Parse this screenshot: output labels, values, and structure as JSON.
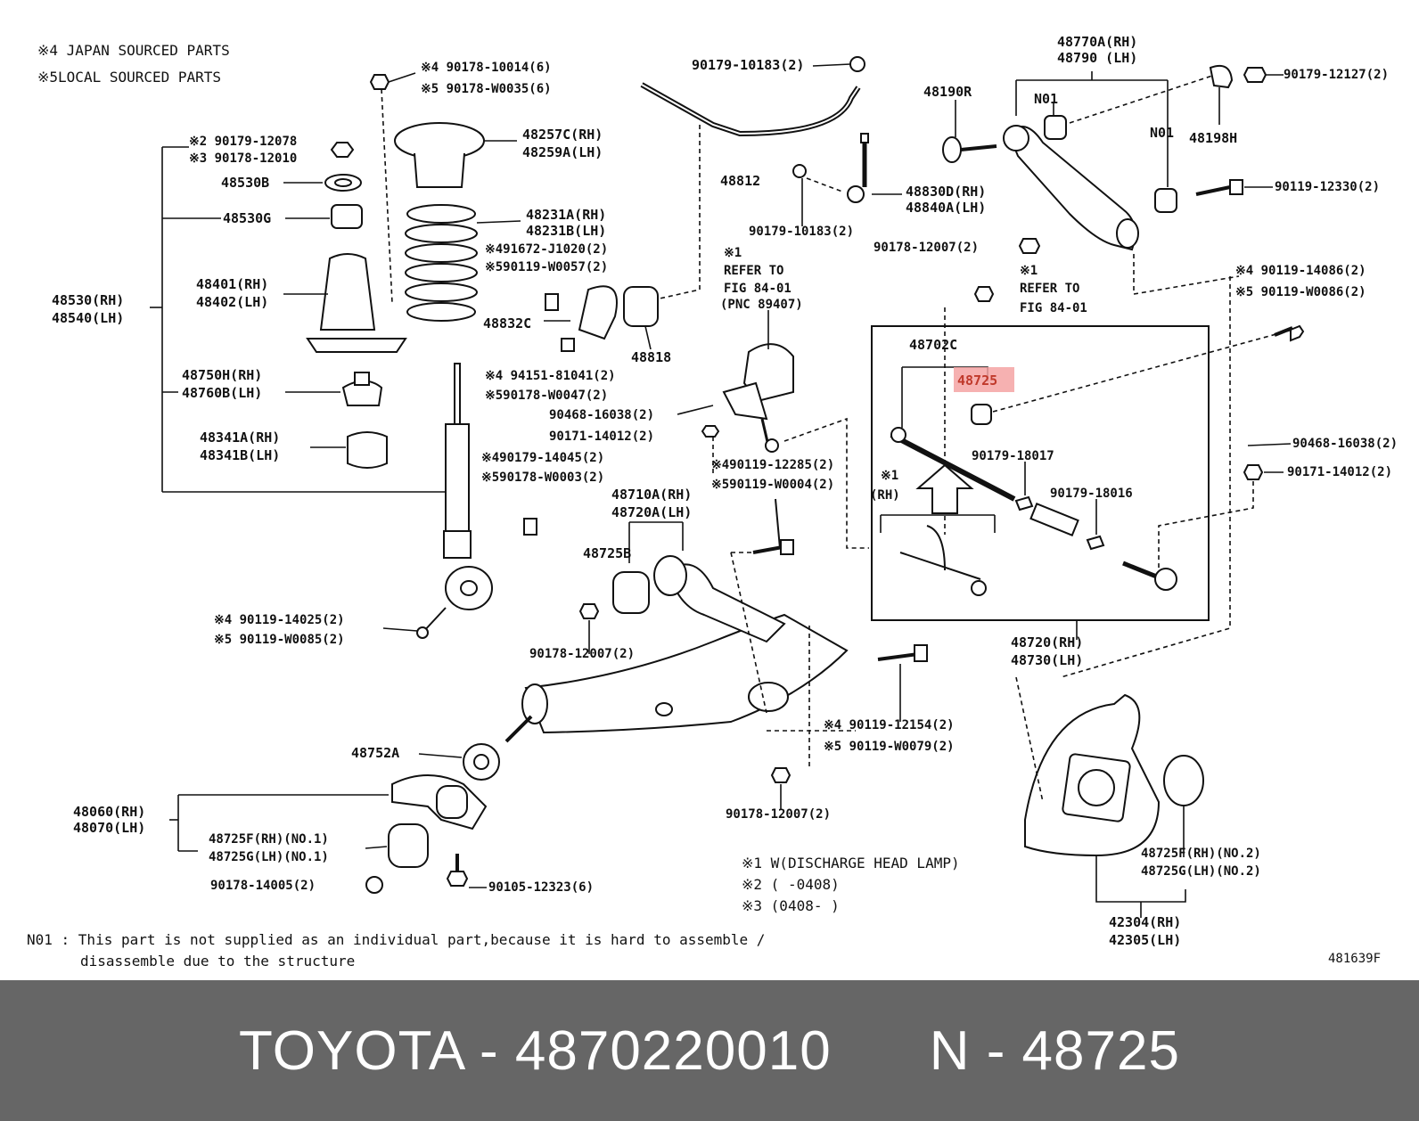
{
  "legend": {
    "line1": "※4 JAPAN SOURCED PARTS",
    "line2": "※5LOCAL SOURCED PARTS"
  },
  "labels": {
    "l_48770a": "48770A(RH)",
    "l_48790": "48790  (LH)",
    "l_90179_10183_top": "90179-10183(2)",
    "l_48190r": "48190R",
    "l_n01a": "N01",
    "l_n01b": "N01",
    "l_48198h": "48198H",
    "l_90179_12127": "90179-12127(2)",
    "l_90119_12330": "90119-12330(2)",
    "l_s4_90178_10014": "※4 90178-10014(6)",
    "l_s5_90178_w0035": "※5 90178-W0035(6)",
    "l_s2_90179_12078": "※2 90179-12078",
    "l_s3_90178_12010": "※3 90178-12010",
    "l_48257c": "48257C(RH)",
    "l_48259a": "48259A(LH)",
    "l_48530b": "48530B",
    "l_48530g": "48530G",
    "l_48231a": "48231A(RH)",
    "l_48231b": "48231B(LH)",
    "l_s4_91672": "※491672-J1020(2)",
    "l_s5_90119_w0057": "※590119-W0057(2)",
    "l_48812": "48812",
    "l_90179_10183_mid": "90179-10183(2)",
    "l_48830d": "48830D(RH)",
    "l_48840a": "48840A(LH)",
    "l_90178_12007_a": "90178-12007(2)",
    "l_s1_refer_a": "※1",
    "l_refer_to_a": "REFER TO",
    "l_fig_a": "FIG 84-01",
    "l_pnc": "(PNC 89407)",
    "l_s1_refer_b": "※1",
    "l_refer_to_b": "REFER TO",
    "l_fig_b": "FIG 84-01",
    "l_s4_90119_14086": "※4 90119-14086(2)",
    "l_s5_90119_w0086": "※5 90119-W0086(2)",
    "l_48530": "48530(RH)",
    "l_48540": "48540(LH)",
    "l_48401": "48401(RH)",
    "l_48402": "48402(LH)",
    "l_48832c": "48832C",
    "l_48818": "48818",
    "l_48702c": "48702C",
    "l_48725": "48725",
    "l_s4_94151": "※4 94151-81041(2)",
    "l_s5_90178_w0047": "※590178-W0047(2)",
    "l_48750h": "48750H(RH)",
    "l_48760b": "48760B(LH)",
    "l_90468_16038_a": "90468-16038(2)",
    "l_90171_14012_a": "90171-14012(2)",
    "l_90179_18017": "90179-18017",
    "l_90468_16038_b": "90468-16038(2)",
    "l_48341a": "48341A(RH)",
    "l_48341b": "48341B(LH)",
    "l_s4_90179_14045": "※490179-14045(2)",
    "l_s5_90178_w0003": "※590178-W0003(2)",
    "l_s4_90119_12285": "※490119-12285(2)",
    "l_s5_90119_w0004": "※590119-W0004(2)",
    "l_90171_14012_b": "90171-14012(2)",
    "l_s1_rh": "※1",
    "l_rh": "(RH)",
    "l_90179_18016": "90179-18016",
    "l_48710a": "48710A(RH)",
    "l_48720a": "48720A(LH)",
    "l_48725b": "48725B",
    "l_s4_90119_14025": "※4 90119-14025(2)",
    "l_s5_90119_w0085": "※5 90119-W0085(2)",
    "l_90178_12007_b": "90178-12007(2)",
    "l_48720": "48720(RH)",
    "l_48730": "48730(LH)",
    "l_s4_90119_12154": "※4 90119-12154(2)",
    "l_s5_90119_w0079": "※5 90119-W0079(2)",
    "l_48752a": "48752A",
    "l_48060": "48060(RH)",
    "l_48070": "48070(LH)",
    "l_48725f_a": "48725F(RH)(NO.1)",
    "l_48725g_a": "48725G(LH)(NO.1)",
    "l_90178_12007_c": "90178-12007(2)",
    "l_48725f_b": "48725F(RH)(NO.2)",
    "l_48725g_b": "48725G(LH)(NO.2)",
    "l_90178_14005": "90178-14005(2)",
    "l_90105_12323": "90105-12323(6)",
    "l_42304": "42304(RH)",
    "l_42305": "42305(LH)",
    "l_fn1": "※1    W(DISCHARGE HEAD LAMP)",
    "l_fn2": "※2    (     -0408)",
    "l_fn3": "※3    (0408-     )",
    "l_n01_note1": "N01 : This part is not supplied as an individual part,because it is hard to assemble /",
    "l_n01_note2": "disassemble due to the structure",
    "l_code": "481639F"
  },
  "footer": {
    "brand_part": "TOYOTA - 4870220010",
    "ref": "N - 48725"
  },
  "highlight_color": "#f4a3a3"
}
